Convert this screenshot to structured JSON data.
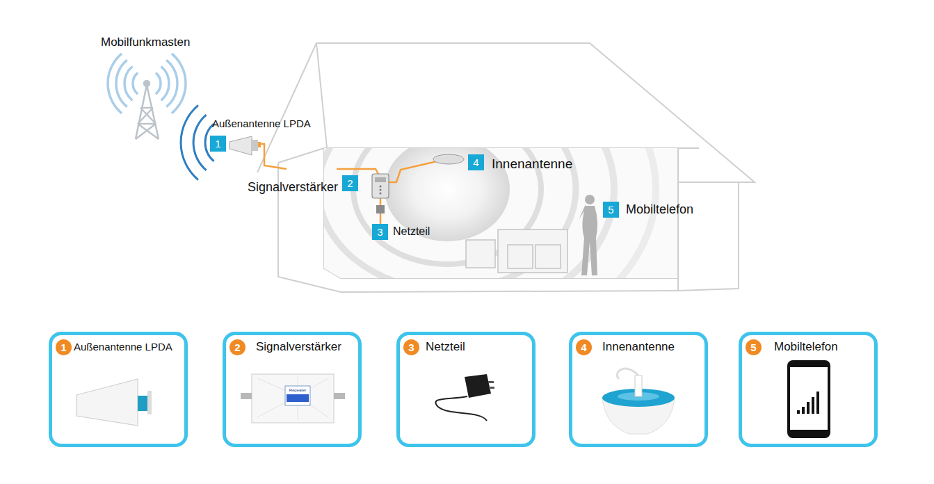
{
  "diagram": {
    "nodes": [
      {
        "text": [
          "1",
          "Außenantenne LPDA"
        ]
      },
      {
        "text": [
          "4",
          "Innenantenne"
        ]
      },
      {
        "text": [
          "2",
          "Signalverstärker"
        ]
      },
      {
        "text": [
          "5",
          "Mobiltelefon"
        ]
      },
      {
        "text": [
          "3",
          "Netzteil"
        ]
      },
      {
        "text": [
          "Außenantenne LPDA"
        ]
      },
      {
        "text": [
          "1"
        ],
        "in": 5
      },
      {
        "text": [
          "Signalverstärker"
        ]
      },
      {
        "text": [
          "2"
        ],
        "in": 7
      },
      {
        "text": [
          "Netzteil"
        ]
      },
      {
        "text": [
          "3"
        ],
        "in": 9
      },
      {
        "text": [
          "Innenantenne"
        ]
      },
      {
        "text": [
          "4"
        ],
        "in": 11
      },
      {
        "text": [
          "Mobiltelefon"
        ]
      },
      {
        "text": [
          "5"
        ],
        "in": 13
      }
    ],
    "labels": [
      "Mobilfunkmasten",
      "Repeater"
    ]
  }
}
